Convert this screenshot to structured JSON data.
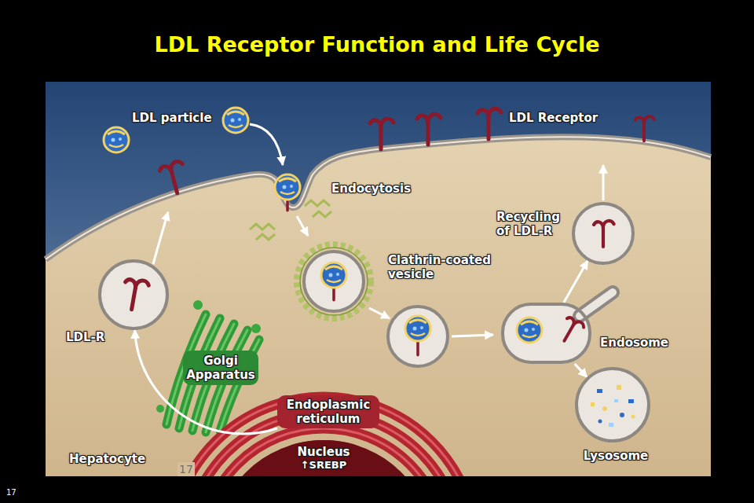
{
  "diagram": {
    "title": "LDL Receptor Function and Life Cycle",
    "nodes": [
      {
        "text": [
          "Hepatocyte"
        ]
      },
      {
        "text": [
          "LDL-R"
        ],
        "in": 0
      },
      {
        "text": [
          "Clathrin-coated vesicle"
        ],
        "in": 0
      },
      {
        "text": [
          "Recycling of LDL-R"
        ],
        "in": 0
      },
      {
        "text": [
          "Golgi Apparatus"
        ],
        "in": 0
      },
      {
        "text": [
          "Endosome"
        ],
        "in": 0
      },
      {
        "text": [
          "Endoplasmic reticulum"
        ],
        "in": 0
      },
      {
        "text": [
          "Nucleus",
          "↑SREBP"
        ],
        "in": 0
      },
      {
        "text": [
          "Lysosome"
        ],
        "in": 0
      }
    ],
    "edges": [
      {
        "from": 6,
        "to": 1,
        "arrow": "to"
      },
      {
        "from": 5,
        "to": 3,
        "arrow": "to"
      },
      {
        "from": 5,
        "to": 8,
        "arrow": "to"
      }
    ],
    "labels": [
      "LDL particle",
      "LDL Receptor",
      "Endocytosis",
      "17",
      "17"
    ]
  }
}
